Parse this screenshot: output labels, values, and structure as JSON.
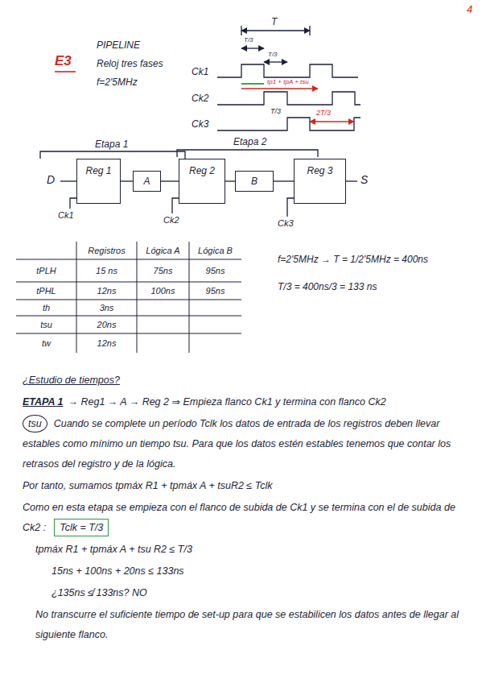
{
  "diagram": {
    "nodes": [
      {
        "text": [
          "Reg 1"
        ]
      },
      {
        "text": [
          "A"
        ]
      },
      {
        "text": [
          "Reg 2"
        ]
      },
      {
        "text": [
          "B"
        ]
      },
      {
        "text": [
          "Reg 3"
        ]
      },
      {
        "text": [
          "Tclk = T/3"
        ]
      }
    ],
    "edges": [
      {
        "from": 0,
        "to": 1,
        "arrow": "none"
      },
      {
        "from": 1,
        "to": 2,
        "arrow": "none"
      },
      {
        "from": 2,
        "to": 3,
        "arrow": "none"
      },
      {
        "from": 3,
        "to": 4,
        "arrow": "none"
      }
    ],
    "labels": [
      "4",
      "E3",
      "PIPELINE",
      "Reloj tres fases",
      "f=2'5MHz",
      "T",
      "T/3",
      "T/3",
      "Ck1",
      "Ck2",
      "Ck3",
      "tp1 + tpA + tsu",
      "T/3",
      "2T/3",
      "Etapa 1",
      "Etapa 2",
      "D",
      "S",
      "Ck1",
      "Ck2",
      "Ck3",
      "Registros",
      "Lógica A",
      "Lógica B",
      "tPLH",
      "15 ns",
      "75ns",
      "95ns",
      "tPHL",
      "12ns",
      "100ns",
      "95ns",
      "th",
      "3ns",
      "tsu",
      "20ns",
      "tw",
      "12ns",
      "f=2'5MHz → T = 1/2'5MHz = 400ns",
      "T/3 = 400ns/3 = 133 ns",
      "¿Estudio de tiempos?",
      "ETAPA 1",
      "→ Reg1 → A → Reg 2 ⇒ Empieza flanco Ck1 y termina con flanco Ck2",
      "tsu",
      "Cuando se complete un período Tclk los datos de entrada de los registros deben llevar estables como mínimo un tiempo tsu. Para que los datos estén estables tenemos que contar los retrasos del registro y de la lógica.",
      "Por tanto, sumamos tpmáx R1 + tpmáx A + tsuR2 ≤ Tclk",
      "Como en esta etapa se empieza con el flanco de subida de Ck1 y se termina con el de subida de Ck2 :",
      "tpmáx R1 + tpmáx A + tsu R2 ≤ T/3",
      "15ns + 100ns + 20ns ≤ 133ns",
      "¿135ns ≰ 133ns? NO",
      "No transcurre el suficiente tiempo de set-up para que se estabilicen los datos antes de llegar al siguiente flanco."
    ]
  }
}
